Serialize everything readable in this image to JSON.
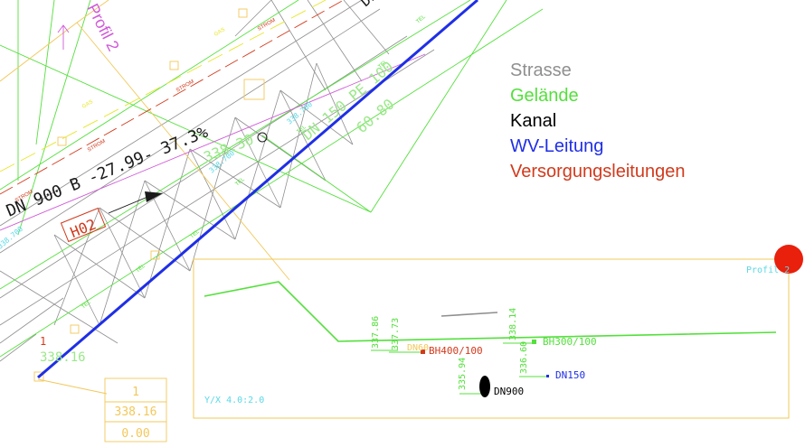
{
  "legend": {
    "items": [
      {
        "label": "Strasse",
        "color": "#8f8f8f"
      },
      {
        "label": "Gelände",
        "color": "#54e03c"
      },
      {
        "label": "Kanal",
        "color": "#000000"
      },
      {
        "label": "WV-Leitung",
        "color": "#1f2fe6"
      },
      {
        "label": "Versorgungsleitungen",
        "color": "#d23a1c"
      }
    ]
  },
  "plan": {
    "profile_label": "Profil 2",
    "pipe_label": "DN 900 B -27.99- 37.3%",
    "pipe_label_extra": "338.30",
    "wv_label": "DN 150 PE 100",
    "wv_length": "60.80",
    "marker_box": "H02",
    "small_value": "338.700",
    "small_value_left": "338.700",
    "node_number": "1",
    "node_height": "338.16",
    "box_rows": [
      "1",
      "338.16",
      "0.00"
    ],
    "line_tags": {
      "gas": "GAS",
      "strom": "STROM",
      "tel": "TEL"
    },
    "top_fragment": "DN"
  },
  "section": {
    "title": "Profil 2",
    "scale": "Y/X 4.0:2.0",
    "heights": [
      "337.86",
      "337.73",
      "338.14",
      "336.60",
      "335.94"
    ],
    "labels": {
      "bh400": "BH400/100",
      "bh300": "BH300/100",
      "dn900": "DN900",
      "dn150": "DN150",
      "partial": "DN60"
    }
  },
  "colors": {
    "orange_frame": "#f2c85a",
    "terrain": "#54e03c",
    "street": "#8f8f8f",
    "wv": "#1f2fe6",
    "supply": "#d23a1c",
    "gas": "#e6e62a",
    "magenta": "#d05ad8",
    "cyan": "#5ad8e6",
    "red_dot": "#e8200c"
  }
}
